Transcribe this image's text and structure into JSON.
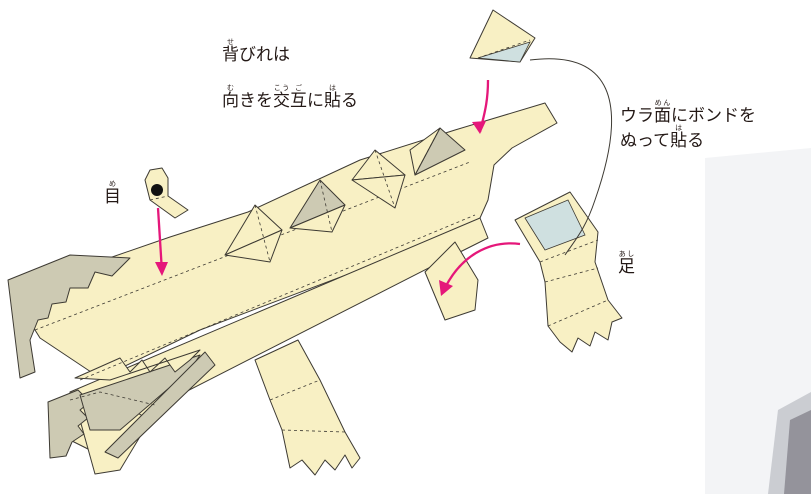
{
  "colors": {
    "paper": "#f8f0c4",
    "paper_stroke": "#3d3a33",
    "shade": "#cdcab3",
    "glue_area": "#cfe0e0",
    "arrow": "#e5177a",
    "text": "#231815"
  },
  "labels": {
    "back_fin_note": {
      "line1": [
        {
          "base": "背",
          "ruby": "せ"
        },
        {
          "text": "びれは"
        }
      ],
      "line2": [
        {
          "base": "向",
          "ruby": "む"
        },
        {
          "text": "きを"
        },
        {
          "base": "交",
          "ruby": "こう"
        },
        {
          "base": "互",
          "ruby": "ご"
        },
        {
          "text": "に"
        },
        {
          "base": "貼",
          "ruby": "は"
        },
        {
          "text": "る"
        }
      ]
    },
    "glue_note": {
      "line1": [
        {
          "text": "ウラ"
        },
        {
          "base": "面",
          "ruby": "めん"
        },
        {
          "text": "にボンドを"
        }
      ],
      "line2": [
        {
          "text": "ぬって"
        },
        {
          "base": "貼",
          "ruby": "は"
        },
        {
          "text": "る"
        }
      ]
    },
    "eye": [
      {
        "base": "目",
        "ruby": "め"
      }
    ],
    "leg": [
      {
        "base": "足",
        "ruby": "あし"
      }
    ]
  },
  "icons": [
    "pink-arrow-icon",
    "leader-line-icon"
  ]
}
